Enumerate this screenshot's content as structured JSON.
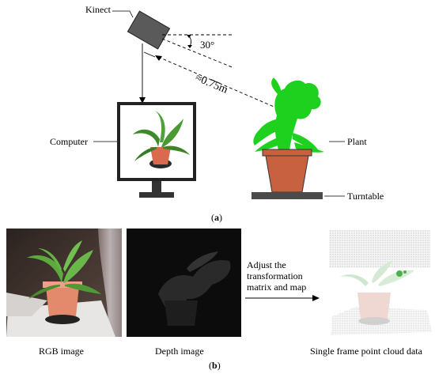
{
  "panel_a": {
    "kinect_label": "Kinect",
    "angle_label": "30°",
    "distance_label": "≈0.75m",
    "computer_label": "Computer",
    "plant_label": "Plant",
    "turntable_label": "Turntable",
    "panel_letter": "a"
  },
  "panel_b": {
    "rgb_caption": "RGB image",
    "depth_caption": "Depth image",
    "transform_line1": "Adjust the",
    "transform_line2": "transformation",
    "transform_line3": "matrix and map",
    "pointcloud_caption": "Single frame point cloud data",
    "panel_letter": "b"
  },
  "colors": {
    "kinect_body": "#5a5a5a",
    "plant_green": "#1fd11f",
    "pot_terracotta": "#c8613f",
    "turntable": "#4a4a4a",
    "monitor_frame": "#333333"
  }
}
